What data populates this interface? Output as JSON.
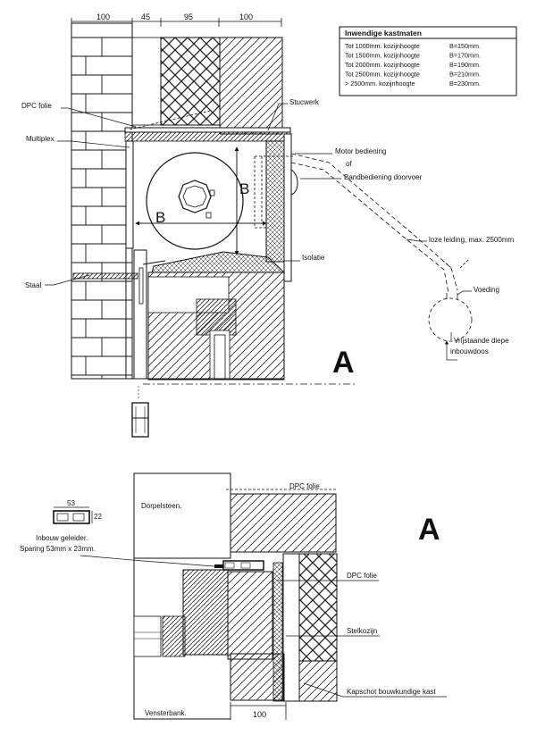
{
  "top": {
    "dims": [
      "100",
      "45",
      "95",
      "100"
    ],
    "table": {
      "title": "Inwendige kastmaten",
      "rows": [
        {
          "label": "Tot 1000mm. kozijnhoogte",
          "value": "B=150mm."
        },
        {
          "label": "Tot 1500mm. kozijnhoogte",
          "value": "B=170mm."
        },
        {
          "label": "Tot 2000mm. kozijnhoogte",
          "value": "B=190mm."
        },
        {
          "label": "Tot 2500mm. kozijnhoogte",
          "value": "B=210mm."
        },
        {
          "label": ">   2500mm. kozijnhoogte",
          "value": "B=230mm."
        }
      ]
    },
    "labels": {
      "dpc": "DPC folie",
      "multiplex": "Multiplex",
      "staal": "Staal",
      "stucwerk": "Stucwerk",
      "motor": "Motor bediening",
      "of": "of",
      "band": "Bandbediening doorvoer",
      "isolatie": "Isolatie",
      "loze": "loze leiding, max. 2500mm",
      "voeding": "Voeding",
      "vrijstaande1": "Vrijstaande diepe",
      "vrijstaande2": "inbouwdoos",
      "B": "B",
      "section": "A"
    }
  },
  "bottom": {
    "labels": {
      "dpc_top": "DPC folie",
      "dorpelsteen": "Dorpelsteen.",
      "section": "A",
      "dim53": "53",
      "dim22": "22",
      "inbouw1": "Inbouw geleider.",
      "inbouw2": "Sparing 53mm x 23mm.",
      "dpc_right": "DPC folie",
      "stelkozijn": "Stelkozijn",
      "kapschot": "Kapschot bouwkundige kast",
      "vensterbank": "Vensterbank.",
      "dim100": "100"
    }
  }
}
